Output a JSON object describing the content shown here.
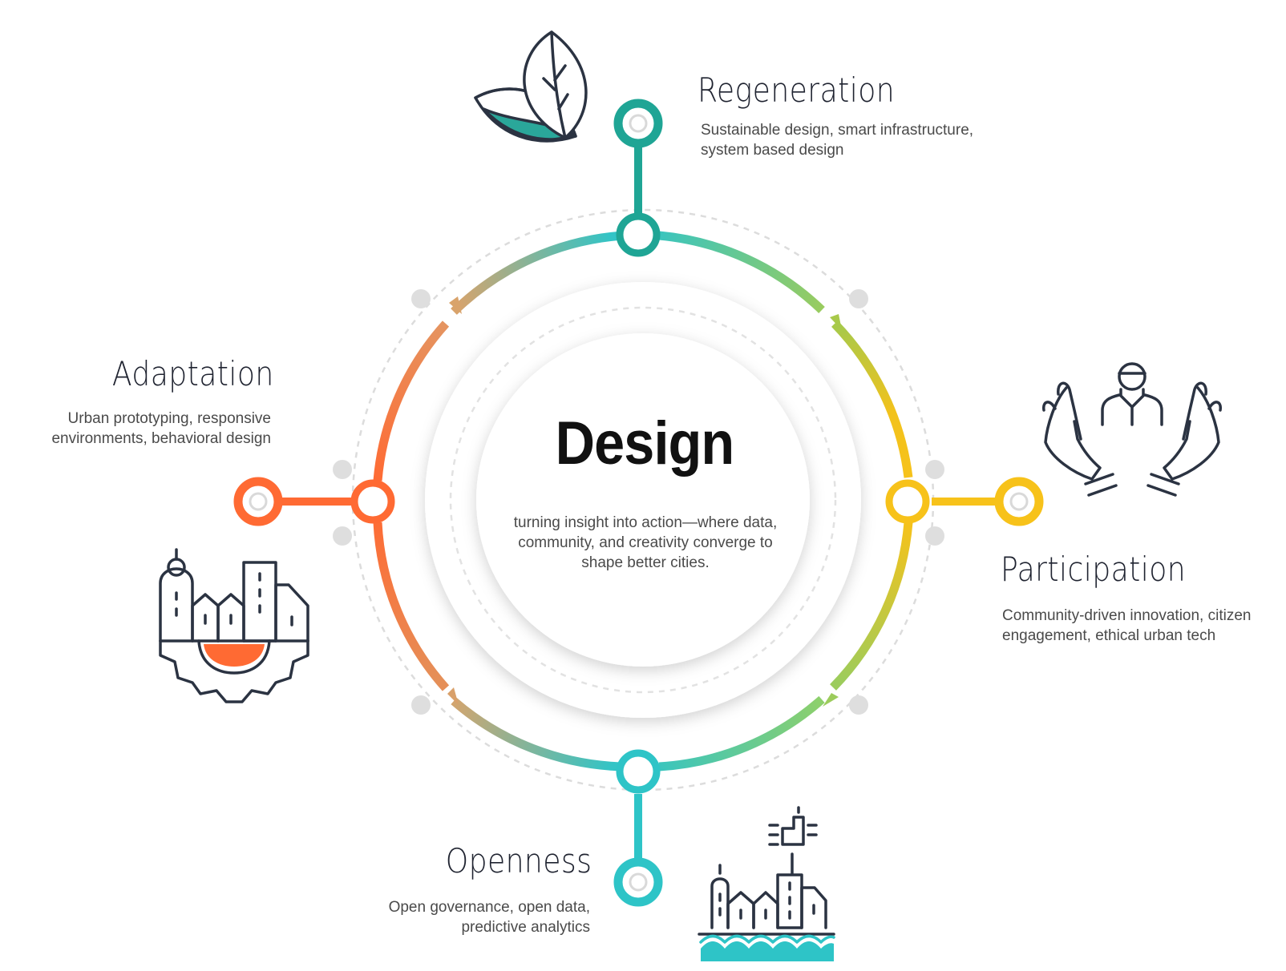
{
  "center": {
    "title": "Design",
    "description": "turning insight into action—where data, community, and creativity converge to shape better cities."
  },
  "stages": {
    "regeneration": {
      "title": "Regeneration",
      "description": "Sustainable design, smart infrastructure, system based design",
      "color": "#1fa595",
      "icon": "leaves-icon"
    },
    "participation": {
      "title": "Participation",
      "description": "Community-driven innovation, citizen engagement, ethical urban tech",
      "color": "#f7c21a",
      "icon": "hands-holding-person-icon"
    },
    "openness": {
      "title": "Openness",
      "description": "Open governance, open data, predictive analytics",
      "color": "#2ec4c7",
      "icon": "waterfront-city-icon"
    },
    "adaptation": {
      "title": "Adaptation",
      "description": "Urban prototyping, responsive environments, behavioral design",
      "color": "#ff6a33",
      "icon": "city-gear-icon"
    }
  },
  "colors": {
    "icon_stroke": "#2b3342",
    "track_grey": "#dcdcdc"
  }
}
